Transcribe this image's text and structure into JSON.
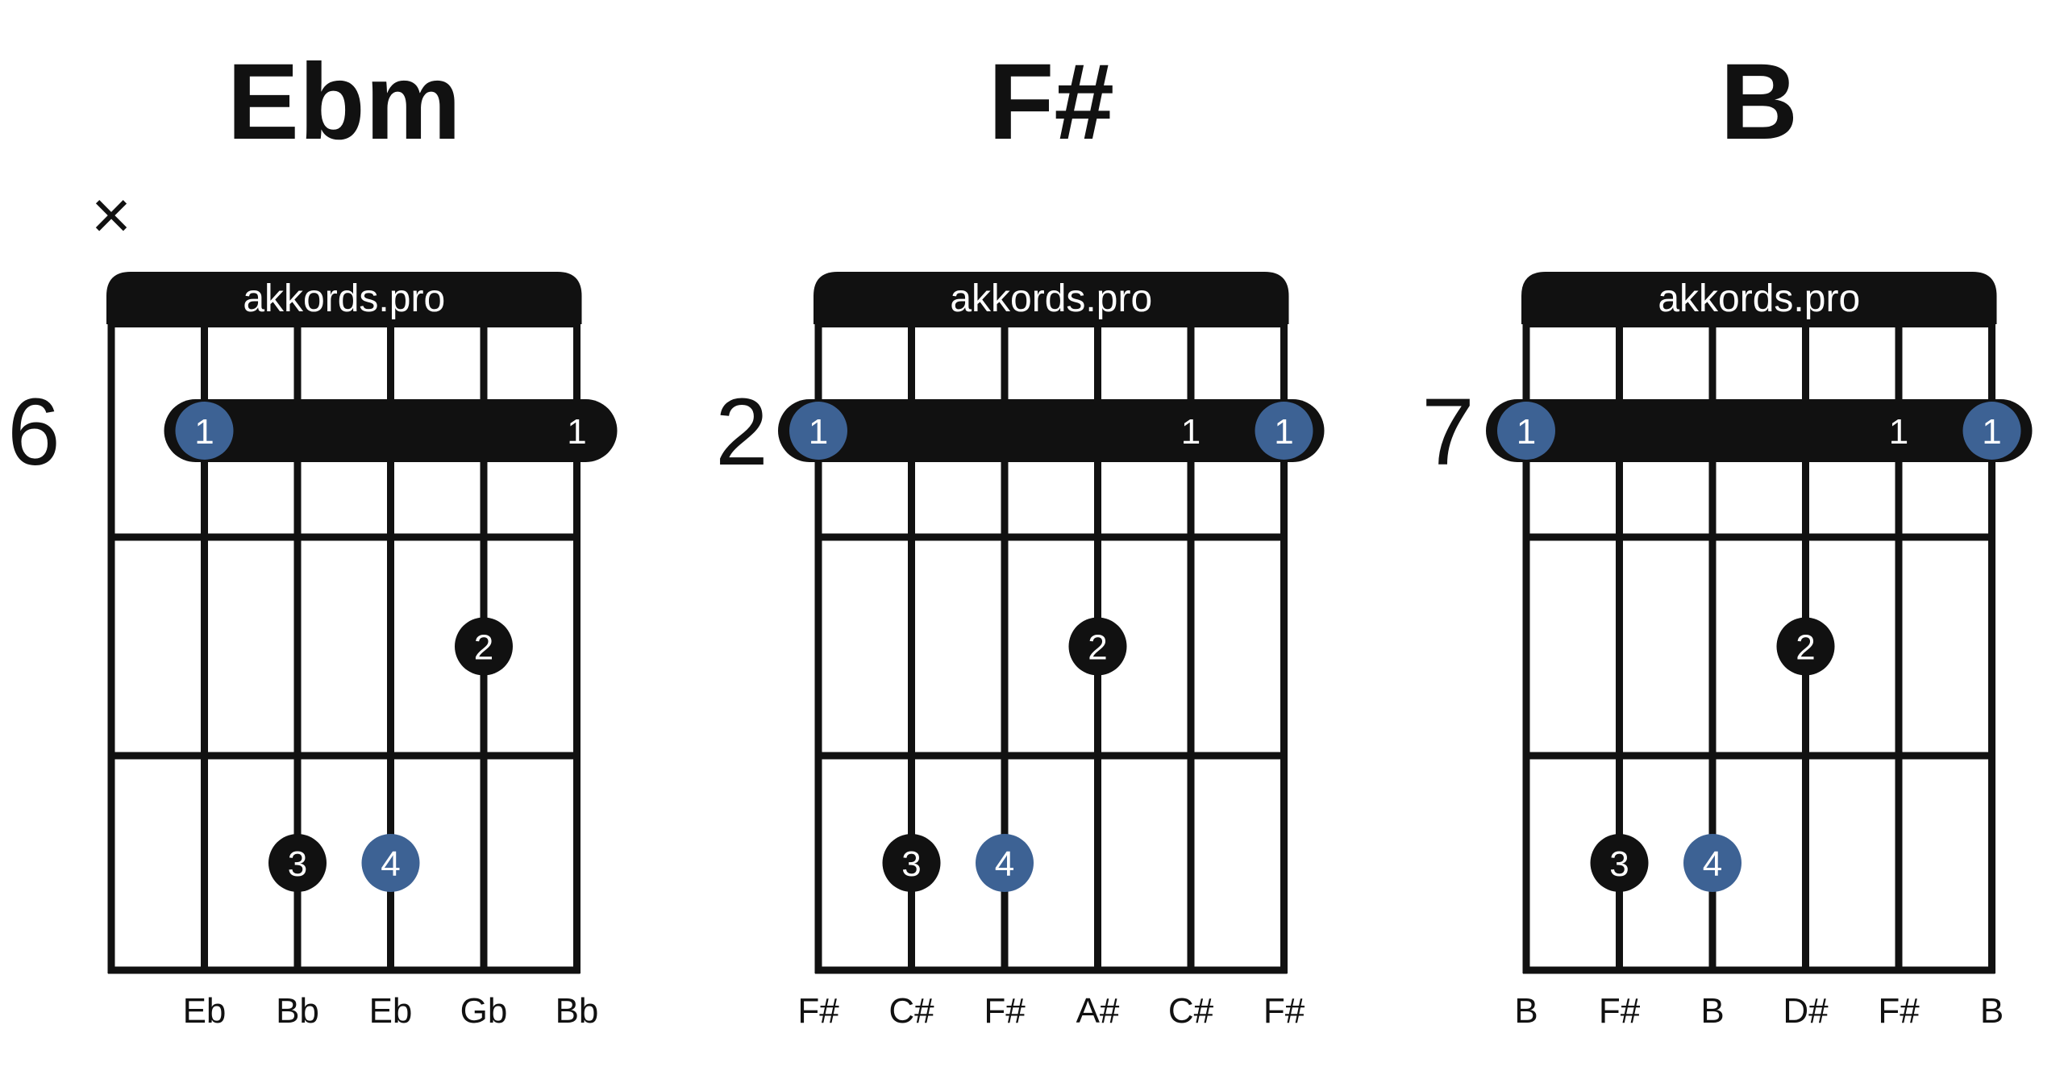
{
  "brand": "akkords.pro",
  "colors": {
    "ink": "#111111",
    "root_dot": "#3d6294",
    "finger_dot": "#111111",
    "background": "#ffffff"
  },
  "chords": [
    {
      "name": "Ebm",
      "base_fret": "6",
      "muted_strings": [
        0
      ],
      "mute_symbol": "×",
      "notes": [
        "",
        "Eb",
        "Bb",
        "Eb",
        "Gb",
        "Bb"
      ],
      "barre": {
        "fret_slot": 1,
        "from_string": 1,
        "to_string": 5,
        "label": "1",
        "end_label": "1"
      },
      "dots": [
        {
          "string": 1,
          "fret_slot": 1,
          "finger": "1",
          "root": true
        },
        {
          "string": 4,
          "fret_slot": 2,
          "finger": "2",
          "root": false
        },
        {
          "string": 2,
          "fret_slot": 3,
          "finger": "3",
          "root": false
        },
        {
          "string": 3,
          "fret_slot": 3,
          "finger": "4",
          "root": true
        }
      ]
    },
    {
      "name": "F#",
      "base_fret": "2",
      "muted_strings": [],
      "mute_symbol": "",
      "notes": [
        "F#",
        "C#",
        "F#",
        "A#",
        "C#",
        "F#"
      ],
      "barre": {
        "fret_slot": 1,
        "from_string": 0,
        "to_string": 5,
        "label": "1",
        "mid_label": "1"
      },
      "dots": [
        {
          "string": 0,
          "fret_slot": 1,
          "finger": "1",
          "root": true
        },
        {
          "string": 5,
          "fret_slot": 1,
          "finger": "1",
          "root": true
        },
        {
          "string": 3,
          "fret_slot": 2,
          "finger": "2",
          "root": false
        },
        {
          "string": 1,
          "fret_slot": 3,
          "finger": "3",
          "root": false
        },
        {
          "string": 2,
          "fret_slot": 3,
          "finger": "4",
          "root": true
        }
      ]
    },
    {
      "name": "B",
      "base_fret": "7",
      "muted_strings": [],
      "mute_symbol": "",
      "notes": [
        "B",
        "F#",
        "B",
        "D#",
        "F#",
        "B"
      ],
      "barre": {
        "fret_slot": 1,
        "from_string": 0,
        "to_string": 5,
        "label": "1",
        "mid_label": "1"
      },
      "dots": [
        {
          "string": 0,
          "fret_slot": 1,
          "finger": "1",
          "root": true
        },
        {
          "string": 5,
          "fret_slot": 1,
          "finger": "1",
          "root": true
        },
        {
          "string": 3,
          "fret_slot": 2,
          "finger": "2",
          "root": false
        },
        {
          "string": 1,
          "fret_slot": 3,
          "finger": "3",
          "root": false
        },
        {
          "string": 2,
          "fret_slot": 3,
          "finger": "4",
          "root": true
        }
      ]
    }
  ]
}
